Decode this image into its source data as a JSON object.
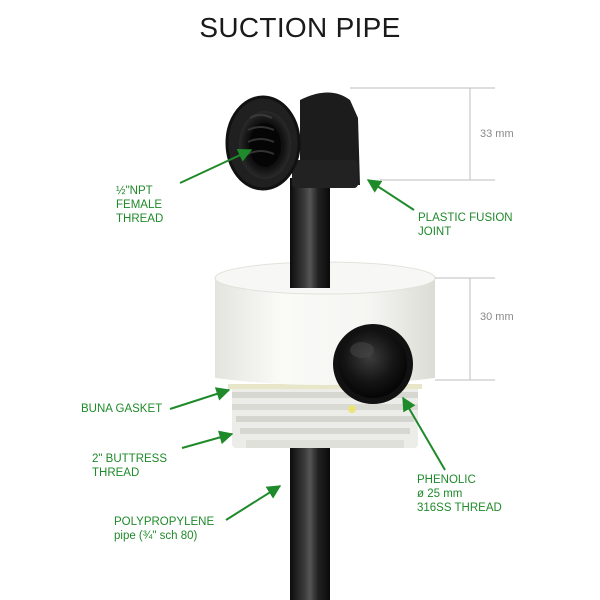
{
  "title": "SUCTION PIPE",
  "labels": {
    "npt": "½\"NPT\nFEMALE\nTHREAD",
    "fusion": "PLASTIC FUSION\nJOINT",
    "gasket": "BUNA GASKET",
    "buttress": "2\" BUTTRESS\nTHREAD",
    "polypropylene": "POLYPROPYLENE\npipe (¾\" sch 80)",
    "phenolic": "PHENOLIC\nø 25 mm\n316SS THREAD"
  },
  "dimensions": {
    "top": "33 mm",
    "middle": "30 mm"
  },
  "colors": {
    "label": "#1f8a2a",
    "dimension": "#8a8a8a",
    "pipe": "#1b1b1b",
    "cap": "#f1f1ee"
  }
}
